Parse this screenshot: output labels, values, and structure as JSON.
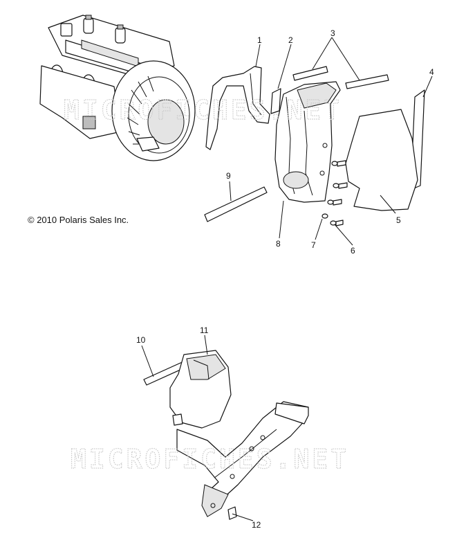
{
  "copyright": "© 2010 Polaris Sales Inc.",
  "watermark": "MICROFICHES.NET",
  "callouts": [
    "1",
    "2",
    "3",
    "4",
    "5",
    "6",
    "7",
    "8",
    "9",
    "10",
    "11",
    "12"
  ]
}
